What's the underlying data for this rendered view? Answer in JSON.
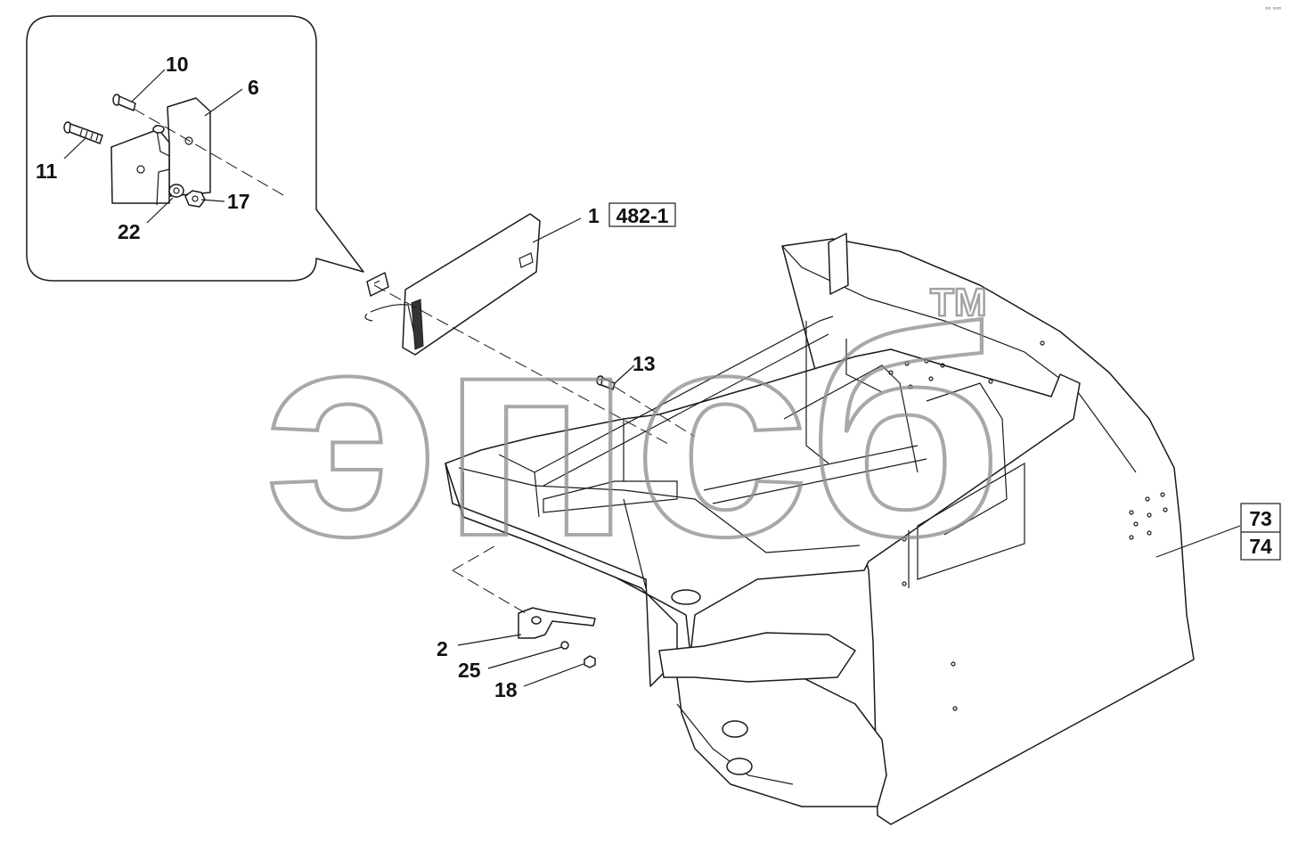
{
  "watermark": {
    "text": "эпсб",
    "trademark": "TM"
  },
  "corner_mark": "°° °°°",
  "callouts": {
    "c10": "10",
    "c6": "6",
    "c11": "11",
    "c17": "17",
    "c22": "22",
    "c1": "1",
    "c13": "13",
    "c2": "2",
    "c25": "25",
    "c18": "18"
  },
  "references": {
    "r482": "482-1",
    "r73": "73",
    "r74": "74"
  }
}
